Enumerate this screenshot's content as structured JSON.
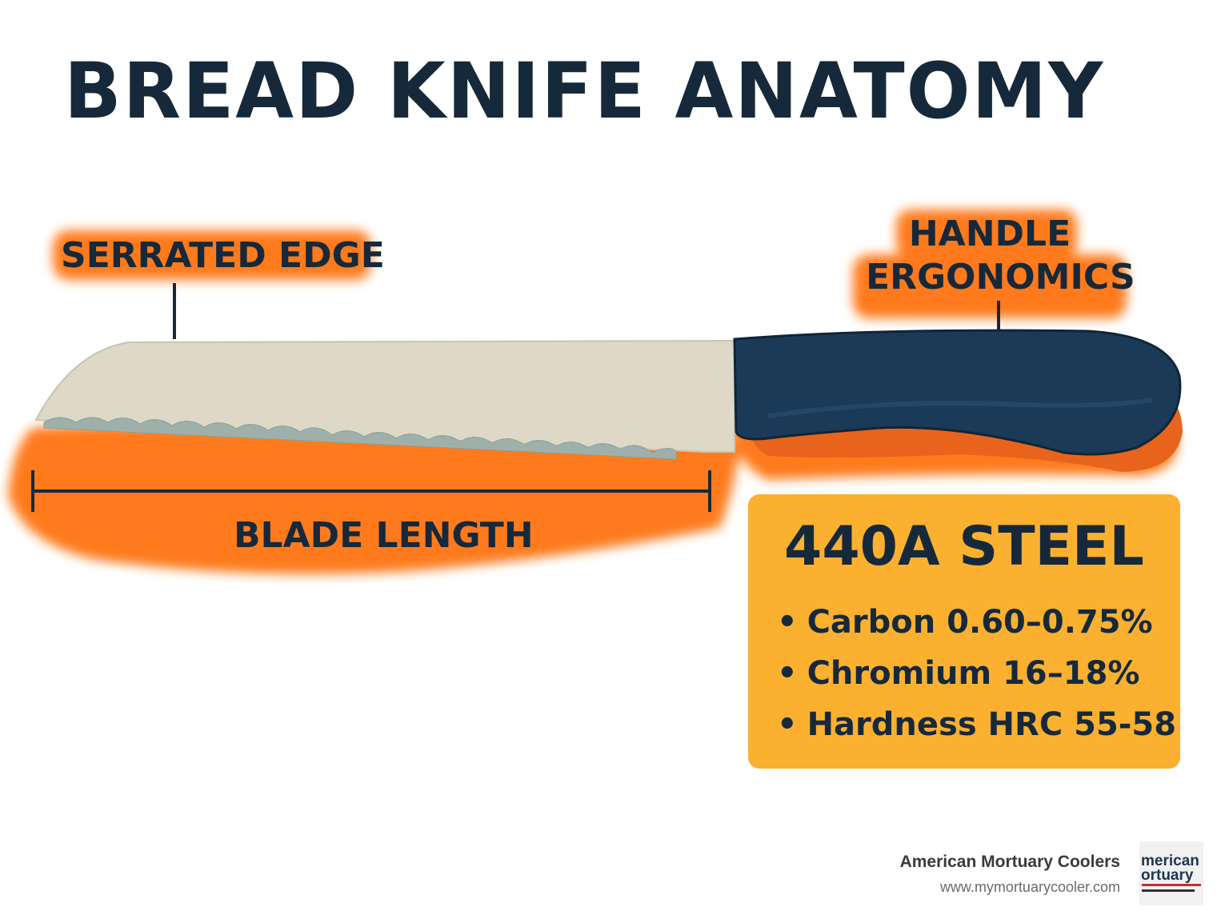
{
  "title": "BREAD KNIFE ANATOMY",
  "labels": {
    "serrated_edge": "SERRATED EDGE",
    "handle_line1": "HANDLE",
    "handle_line2": "ERGONOMICS",
    "blade_length": "BLADE LENGTH"
  },
  "specs": {
    "title": "440A STEEL",
    "items": [
      "Carbon 0.60–0.75%",
      "Chromium 16–18%",
      "Hardness HRC 55-58"
    ]
  },
  "branding": {
    "name": "American Mortuary Coolers",
    "url": "www.mymortuarycooler.com",
    "logo_line1": "merican",
    "logo_line2": "ortuary"
  },
  "colors": {
    "highlight_orange": "#ff7a1a",
    "blade": "#ddd9c6",
    "handle": "#1b3a58",
    "text_dark": "#16293a",
    "spec_box": "#fbb030"
  }
}
